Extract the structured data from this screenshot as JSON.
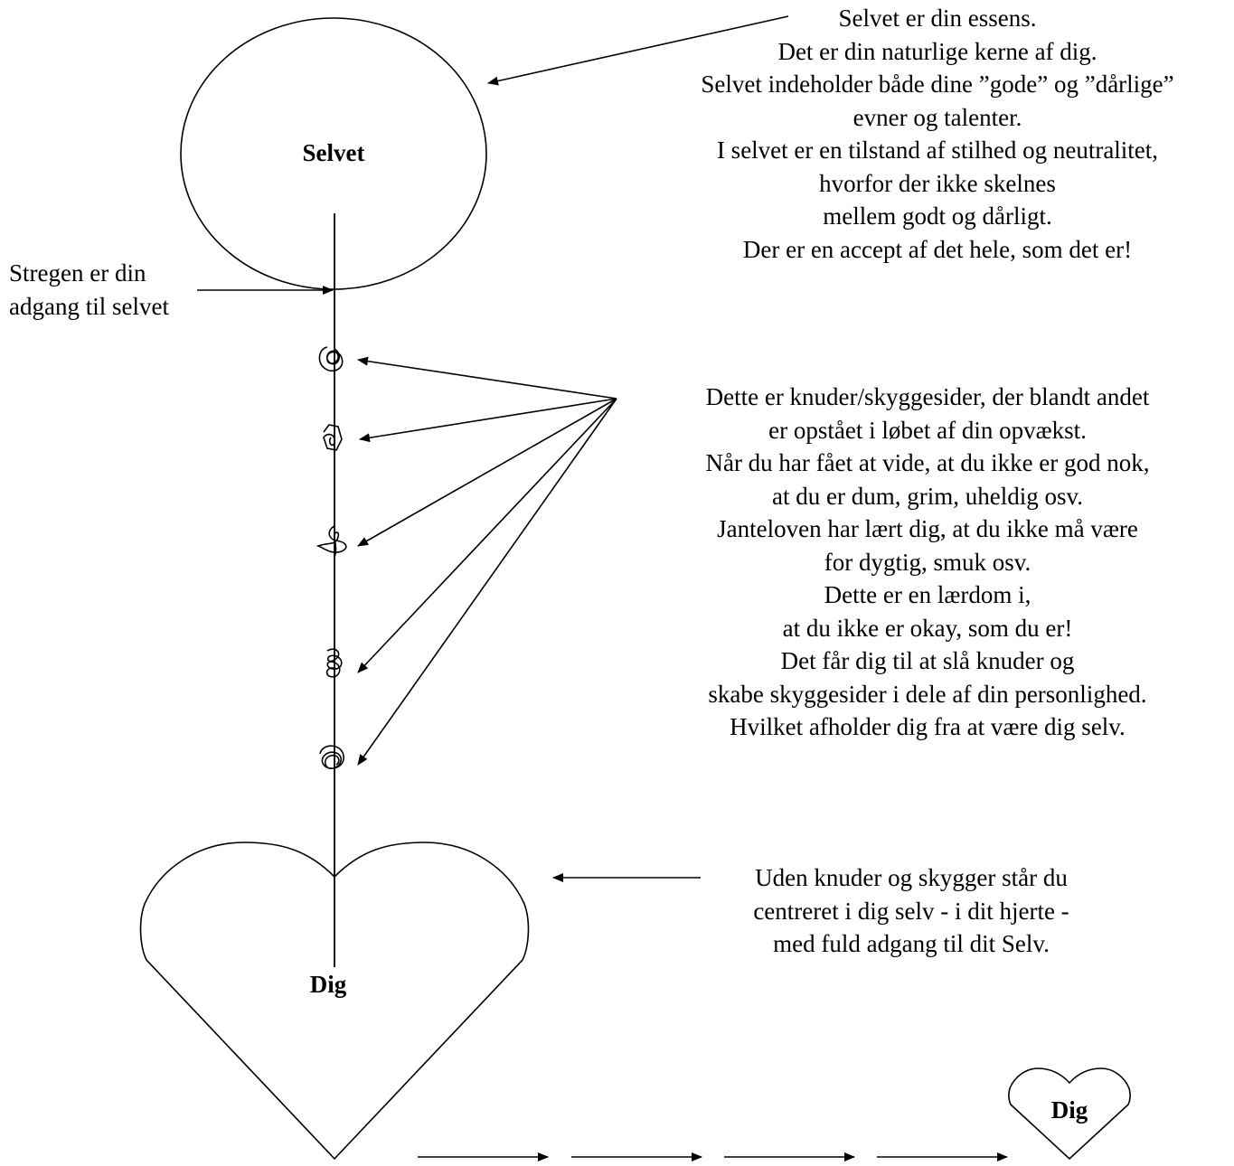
{
  "labels": {
    "self_title": "Selvet",
    "you_title": "Dig",
    "small_heart_label": "Dig"
  },
  "self_description": [
    "Selvet er din essens.",
    "Det er din naturlige kerne af dig.",
    "Selvet indeholder både dine ”gode” og ”dårlige”",
    "evner og talenter.",
    "I selvet er en tilstand af stilhed og neutralitet,",
    "hvorfor der ikke skelnes",
    "mellem godt og dårligt.",
    "Der er en accept af det hele, som det er!"
  ],
  "line_description": [
    "Stregen er din",
    "adgang til selvet"
  ],
  "knots_description": [
    "Dette er knuder/skyggesider, der blandt andet",
    "er opstået i løbet af din opvækst.",
    "Når du har fået at vide, at du ikke er god nok,",
    "at du er dum, grim, uheldig osv.",
    "Janteloven har lært dig, at du ikke må være",
    "for dygtig, smuk osv.",
    "Dette er en lærdom i,",
    "at du ikke er okay, som du er!",
    "Det får dig til at slå knuder og",
    "skabe skyggesider i dele af din personlighed.",
    "Hvilket afholder dig fra at være dig selv."
  ],
  "heart_description": [
    "Uden knuder og skygger står du",
    "centreret i dig selv - i dit hjerte -",
    "med fuld adgang til dit Selv."
  ]
}
